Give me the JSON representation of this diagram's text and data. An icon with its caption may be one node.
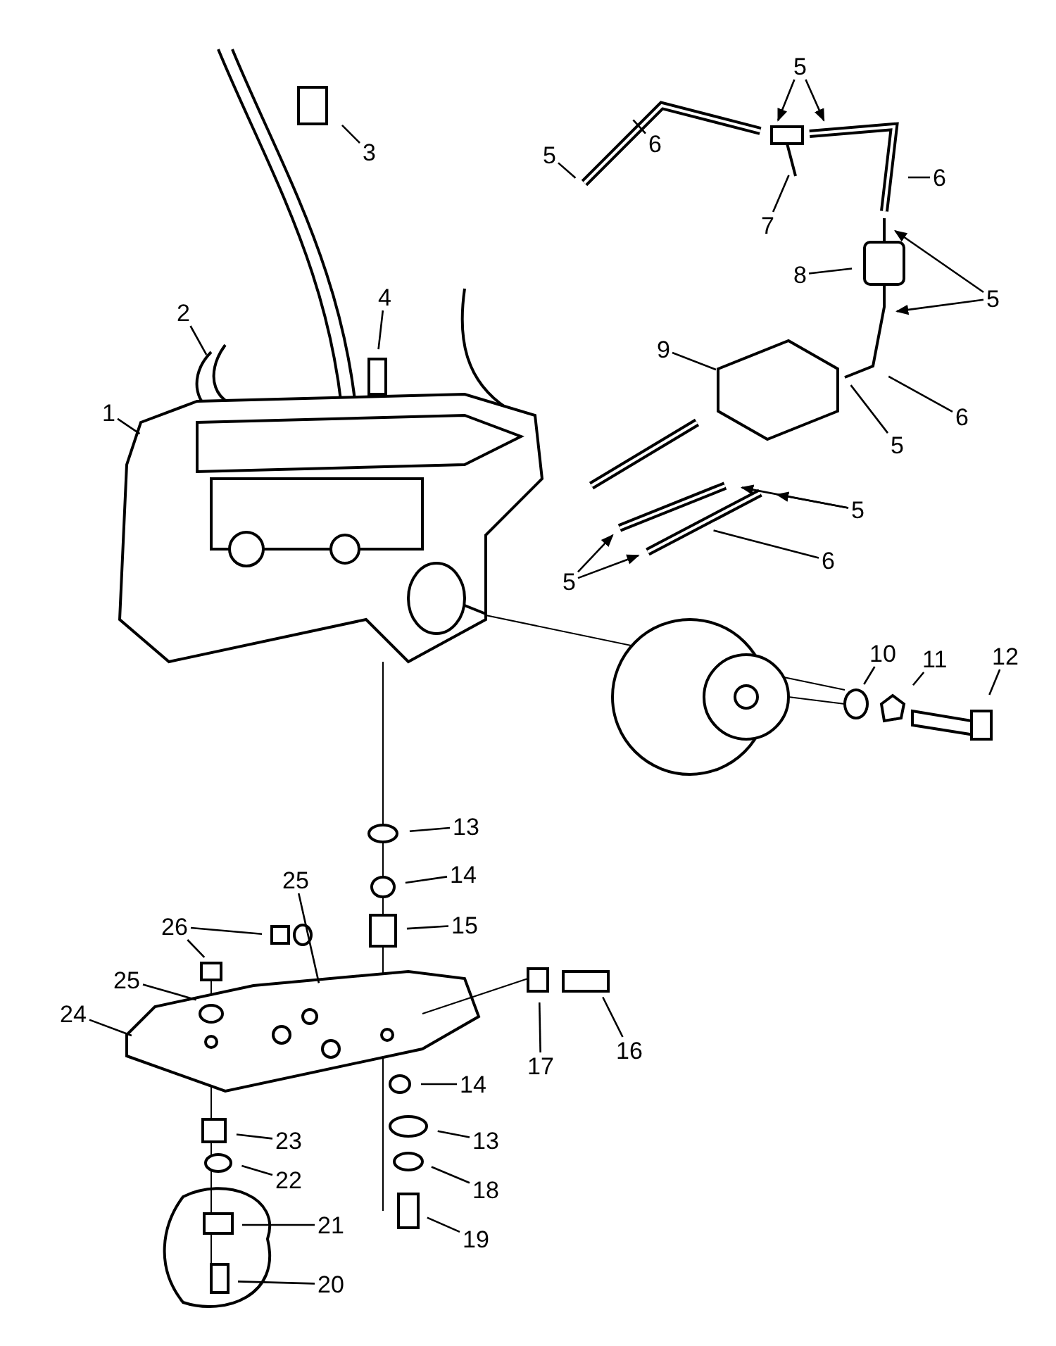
{
  "diagram": {
    "nodes": [
      {
        "text": [
          "5"
        ]
      },
      {
        "text": [
          "6"
        ]
      },
      {
        "text": [
          "5"
        ]
      },
      {
        "text": [
          "3"
        ]
      },
      {
        "text": [
          "6"
        ]
      },
      {
        "text": [
          "7"
        ]
      },
      {
        "text": [
          "8"
        ]
      },
      {
        "text": [
          "5"
        ]
      },
      {
        "text": [
          "2"
        ]
      },
      {
        "text": [
          "4"
        ]
      },
      {
        "text": [
          "9"
        ]
      },
      {
        "text": [
          "6"
        ]
      },
      {
        "text": [
          "1"
        ]
      },
      {
        "text": [
          "5"
        ]
      },
      {
        "text": [
          "5"
        ]
      },
      {
        "text": [
          "5"
        ]
      },
      {
        "text": [
          "6"
        ]
      },
      {
        "text": [
          "10"
        ]
      },
      {
        "text": [
          "11"
        ]
      },
      {
        "text": [
          "12"
        ]
      },
      {
        "text": [
          "13"
        ]
      },
      {
        "text": [
          "14"
        ]
      },
      {
        "text": [
          "25"
        ]
      },
      {
        "text": [
          "15"
        ]
      },
      {
        "text": [
          "26"
        ]
      },
      {
        "text": [
          "25"
        ]
      },
      {
        "text": [
          "24"
        ]
      },
      {
        "text": [
          "16"
        ]
      },
      {
        "text": [
          "17"
        ]
      },
      {
        "text": [
          "14"
        ]
      },
      {
        "text": [
          "13"
        ]
      },
      {
        "text": [
          "23"
        ]
      },
      {
        "text": [
          "22"
        ]
      },
      {
        "text": [
          "18"
        ]
      },
      {
        "text": [
          "21"
        ]
      },
      {
        "text": [
          "19"
        ]
      },
      {
        "text": [
          "20"
        ]
      }
    ],
    "edges": [
      {
        "from": 0,
        "to": null,
        "arrow": "none"
      },
      {
        "from": 1,
        "to": null,
        "arrow": "none"
      },
      {
        "from": 2,
        "to": null,
        "arrow": "to"
      },
      {
        "from": 2,
        "to": null,
        "arrow": "to"
      },
      {
        "from": 3,
        "to": null,
        "arrow": "none"
      },
      {
        "from": 4,
        "to": null,
        "arrow": "none"
      },
      {
        "from": 5,
        "to": null,
        "arrow": "none"
      },
      {
        "from": 6,
        "to": null,
        "arrow": "none"
      },
      {
        "from": 7,
        "to": null,
        "arrow": "to"
      },
      {
        "from": 7,
        "to": null,
        "arrow": "to"
      },
      {
        "from": 8,
        "to": null,
        "arrow": "none"
      },
      {
        "from": 9,
        "to": null,
        "arrow": "none"
      },
      {
        "from": 10,
        "to": null,
        "arrow": "none"
      },
      {
        "from": 11,
        "to": null,
        "arrow": "none"
      },
      {
        "from": 12,
        "to": null,
        "arrow": "none"
      },
      {
        "from": 13,
        "to": null,
        "arrow": "none"
      },
      {
        "from": 14,
        "to": null,
        "arrow": "to"
      },
      {
        "from": 14,
        "to": null,
        "arrow": "to"
      },
      {
        "from": 15,
        "to": null,
        "arrow": "to"
      },
      {
        "from": 15,
        "to": null,
        "arrow": "to"
      },
      {
        "from": 16,
        "to": null,
        "arrow": "none"
      },
      {
        "from": 17,
        "to": null,
        "arrow": "none"
      },
      {
        "from": 18,
        "to": null,
        "arrow": "none"
      },
      {
        "from": 19,
        "to": null,
        "arrow": "none"
      },
      {
        "from": 20,
        "to": null,
        "arrow": "none"
      },
      {
        "from": 21,
        "to": null,
        "arrow": "none"
      },
      {
        "from": 22,
        "to": null,
        "arrow": "none"
      },
      {
        "from": 23,
        "to": null,
        "arrow": "none"
      },
      {
        "from": 24,
        "to": null,
        "arrow": "none"
      },
      {
        "from": 24,
        "to": null,
        "arrow": "none"
      },
      {
        "from": 25,
        "to": null,
        "arrow": "none"
      },
      {
        "from": 26,
        "to": null,
        "arrow": "none"
      },
      {
        "from": 27,
        "to": null,
        "arrow": "none"
      },
      {
        "from": 28,
        "to": null,
        "arrow": "none"
      },
      {
        "from": 29,
        "to": null,
        "arrow": "none"
      },
      {
        "from": 30,
        "to": null,
        "arrow": "none"
      },
      {
        "from": 31,
        "to": null,
        "arrow": "none"
      },
      {
        "from": 32,
        "to": null,
        "arrow": "none"
      },
      {
        "from": 33,
        "to": null,
        "arrow": "none"
      },
      {
        "from": 34,
        "to": null,
        "arrow": "none"
      },
      {
        "from": 35,
        "to": null,
        "arrow": "none"
      },
      {
        "from": 36,
        "to": null,
        "arrow": "none"
      }
    ]
  }
}
